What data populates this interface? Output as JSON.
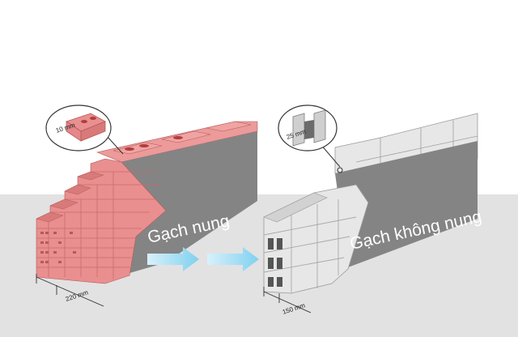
{
  "labels": {
    "fired_brick": "Gạch nung",
    "unfired_brick": "Gạch không nung"
  },
  "dimensions": {
    "fired_gap": "10 mm",
    "unfired_gap": "25 mm",
    "fired_width": "220 mm",
    "unfired_width": "150 mm"
  },
  "colors": {
    "fired_brick": "#e98f8f",
    "fired_mortar": "#c96a6a",
    "concrete_block": "#e7e7e7",
    "plaster_gray": "#848484",
    "floor_gray": "#e2e2e2",
    "arrow_cyan": "#8ed6f2"
  }
}
